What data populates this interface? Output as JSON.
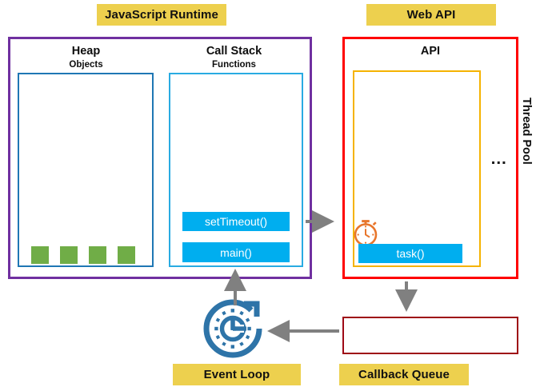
{
  "diagram": {
    "title": "JavaScript Runtime and Web API event loop diagram",
    "colors": {
      "tag_yellow": "#EDD04E",
      "runtime_purple": "#7030A0",
      "webapi_red": "#FF0000",
      "queue_dark_red": "#9E0A16",
      "heap_box_blue": "#1F77B4",
      "callstack_box_cyan": "#29ABE2",
      "api_box_amber": "#F5B301",
      "frame_blue": "#00AEEF",
      "object_green": "#70AD47",
      "event_loop_blue": "#2E74A8",
      "stopwatch_orange": "#E8762C",
      "arrow_gray": "#808080"
    }
  },
  "tags": {
    "js_runtime": "JavaScript Runtime",
    "web_api": "Web API",
    "event_loop": "Event Loop",
    "callback_queue": "Callback Queue"
  },
  "runtime": {
    "heap": {
      "title": "Heap",
      "subtitle": "Objects",
      "objects": [
        "object-1",
        "object-2",
        "object-3",
        "object-4"
      ]
    },
    "call_stack": {
      "title": "Call Stack",
      "subtitle": "Functions",
      "frames": [
        {
          "label": "setTimeout()"
        },
        {
          "label": "main()"
        }
      ]
    }
  },
  "web_api": {
    "title": "API",
    "tasks": [
      {
        "label": "task()",
        "icon": "stopwatch-icon"
      }
    ],
    "more_indicator": "…",
    "thread_pool_label": "Thread Pool"
  },
  "callback_queue": {
    "items": []
  },
  "icons": {
    "event_loop": "event-loop-icon",
    "stopwatch": "stopwatch-icon"
  },
  "arrows": [
    {
      "name": "callstack-to-api",
      "direction": "right",
      "from": "call-stack",
      "to": "web-api"
    },
    {
      "name": "api-to-callback-queue",
      "direction": "down",
      "from": "web-api",
      "to": "callback-queue"
    },
    {
      "name": "callback-queue-to-event-loop",
      "direction": "left",
      "from": "callback-queue",
      "to": "event-loop"
    },
    {
      "name": "event-loop-to-callstack",
      "direction": "up",
      "from": "event-loop",
      "to": "call-stack"
    }
  ]
}
